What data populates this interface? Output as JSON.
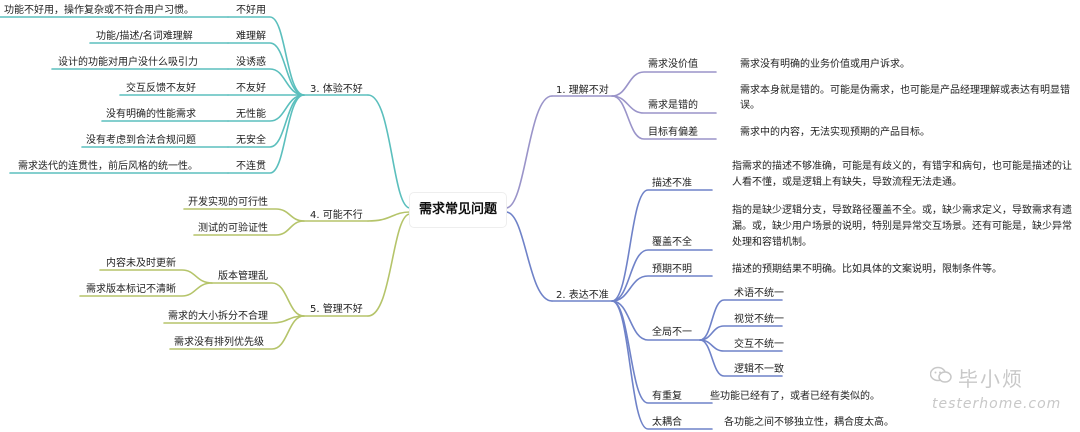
{
  "root": {
    "label": "需求常见问题"
  },
  "colors": {
    "teal": "#5bbfbd",
    "olive": "#b5c46a",
    "purple": "#9a94c9",
    "blue": "#6f82c8"
  },
  "left": {
    "experience": {
      "label": "3. 体验不好",
      "items": [
        {
          "name": "不好用",
          "desc": "功能不好用，操作复杂或不符合用户习惯。"
        },
        {
          "name": "难理解",
          "desc": "功能/描述/名词难理解"
        },
        {
          "name": "没诱惑",
          "desc": "设计的功能对用户没什么吸引力"
        },
        {
          "name": "不友好",
          "desc": "交互反馈不友好"
        },
        {
          "name": "无性能",
          "desc": "没有明确的性能需求"
        },
        {
          "name": "无安全",
          "desc": "没有考虑到合法合规问题"
        },
        {
          "name": "不连贯",
          "desc": "需求迭代的连贯性，前后风格的统一性。"
        }
      ]
    },
    "infeasible": {
      "label": "4. 可能不行",
      "items": [
        "开发实现的可行性",
        "测试的可验证性"
      ]
    },
    "management": {
      "label": "5. 管理不好",
      "version_label": "版本管理乱",
      "version_items": [
        "内容未及时更新",
        "需求版本标记不清晰"
      ],
      "items": [
        "需求的大小拆分不合理",
        "需求没有排列优先级"
      ]
    }
  },
  "right": {
    "misunderstand": {
      "label": "1. 理解不对",
      "items": [
        {
          "name": "需求没价值",
          "desc": [
            "需求没有明确的业务价值或用户诉求。"
          ]
        },
        {
          "name": "需求是错的",
          "desc": [
            "需求本身就是错的。可能是伪需求，也可能是产品经理理解或表达有明显错",
            "误。"
          ]
        },
        {
          "name": "目标有偏差",
          "desc": [
            "需求中的内容，无法实现预期的产品目标。"
          ]
        }
      ]
    },
    "inaccurate": {
      "label": "2. 表达不准",
      "items": [
        {
          "name": "描述不准",
          "desc": [
            "指需求的描述不够准确，可能是有歧义的，有错字和病句，也可能是描述的让",
            "人看不懂，或是逻辑上有缺失，导致流程无法走通。"
          ]
        },
        {
          "name": "覆盖不全",
          "desc": [
            "指的是缺少逻辑分支，导致路径覆盖不全。或，缺少需求定义，导致需求有遗",
            "漏。或，缺少用户场景的说明，特别是异常交互场景。还有可能是，缺少异常",
            "处理和容错机制。"
          ]
        },
        {
          "name": "预期不明",
          "desc": [
            "描述的预期结果不明确。比如具体的文案说明，限制条件等。"
          ]
        },
        {
          "name": "全局不一",
          "subs": [
            "术语不统一",
            "视觉不统一",
            "交互不统一",
            "逻辑不一致"
          ]
        },
        {
          "name": "有重复",
          "desc": [
            "些功能已经有了，或者已经有类似的。"
          ]
        },
        {
          "name": "太耦合",
          "desc": [
            "各功能之间不够独立性，耦合度太高。"
          ]
        }
      ]
    }
  },
  "watermark": {
    "line1": "毕小烦",
    "line2": "testerhome.com"
  }
}
